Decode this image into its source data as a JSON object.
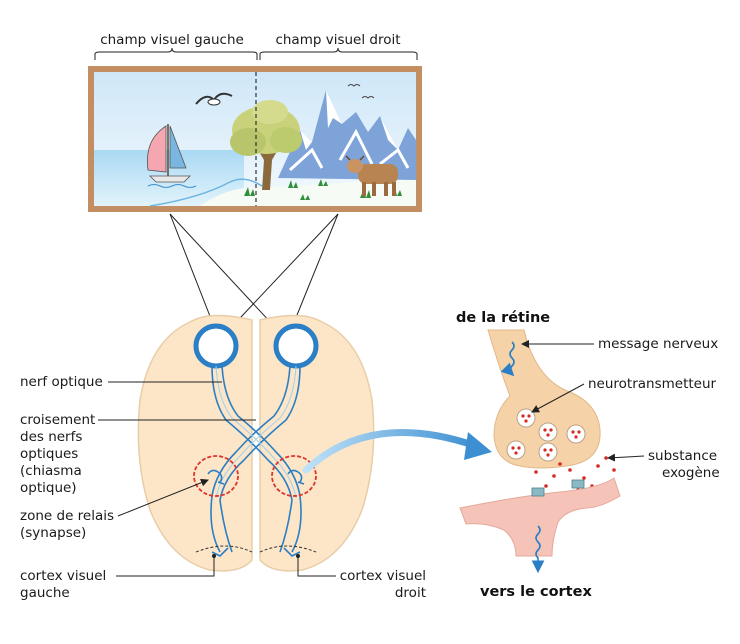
{
  "header": {
    "left_field": "champ visuel gauche",
    "right_field": "champ visuel droit"
  },
  "brain_labels": {
    "optic_nerve": "nerf optique",
    "chiasm": [
      "croisement",
      "des nerfs",
      "optiques",
      "(chiasma",
      "optique)"
    ],
    "relay": [
      "zone de relais",
      "(synapse)"
    ],
    "left_cortex": [
      "cortex visuel",
      "gauche"
    ],
    "right_cortex": [
      "cortex visuel",
      "droit"
    ]
  },
  "synapse_labels": {
    "from_retina": "de la rétine",
    "nerve_message": "message nerveux",
    "neurotransmitter": "neurotransmetteur",
    "exogenous": [
      "substance",
      "exogène"
    ],
    "to_cortex": "vers le cortex"
  },
  "colors": {
    "brain": "#fde6c8",
    "brain_outline": "#e3c59c",
    "nerve": "#2b7fc4",
    "neuron": "#f5d2a8",
    "postsynaptic": "#f6c3b8",
    "relay_ellipse": "#e0332a",
    "frame": "#c48e63",
    "sky": "#dff0fb"
  }
}
